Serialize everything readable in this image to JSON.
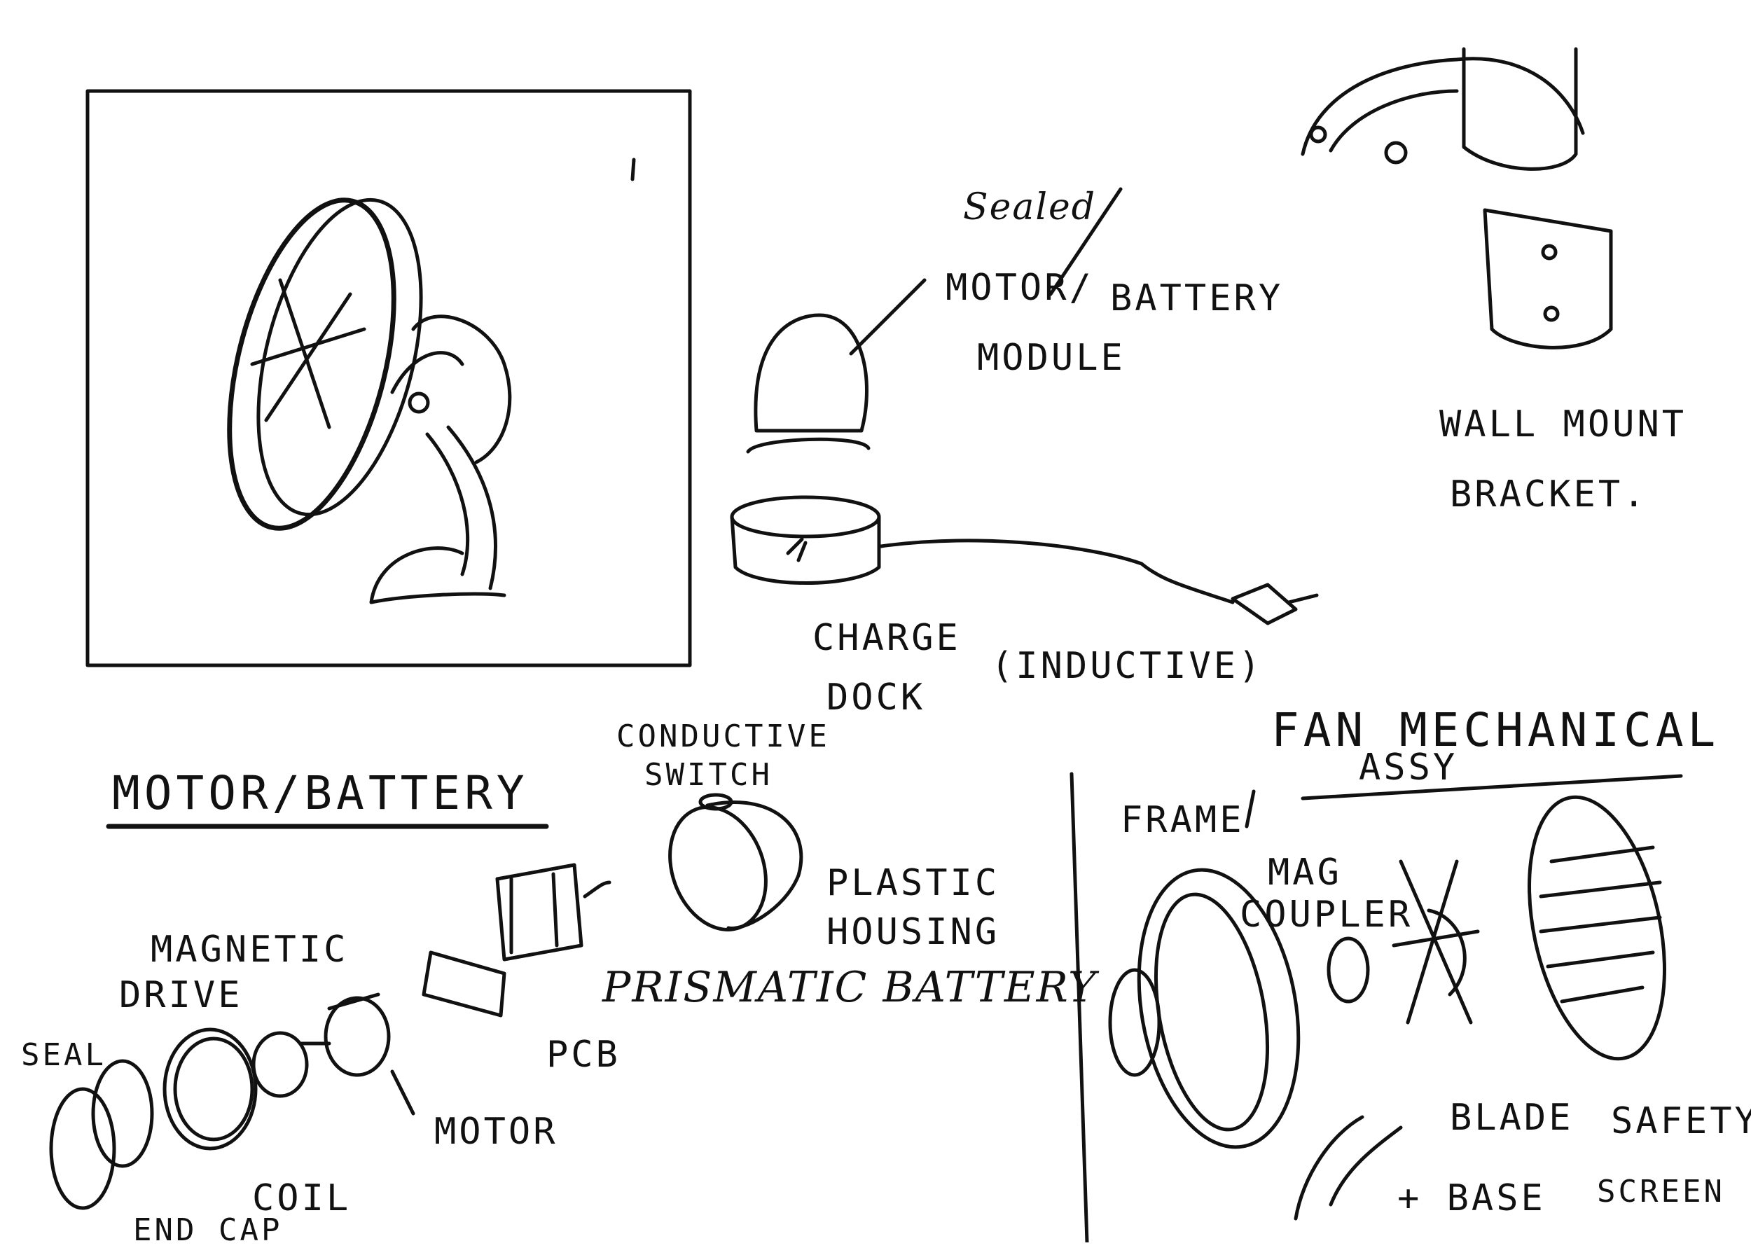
{
  "hero_sketch": {},
  "module": {
    "title_lines": [
      "Sealed",
      "MOTOR/",
      "BATTERY",
      "MODULE"
    ]
  },
  "charge_dock": {
    "label_lines": [
      "CHARGE",
      "DOCK",
      "(INDUCTIVE)"
    ]
  },
  "wall_mount": {
    "label_lines": [
      "WALL MOUNT",
      "BRACKET."
    ]
  },
  "motor_battery": {
    "heading": "MOTOR/BATTERY",
    "parts": {
      "conductive_switch": [
        "CONDUCTIVE",
        "SWITCH"
      ],
      "plastic_housing": [
        "PLASTIC",
        "HOUSING"
      ],
      "prismatic_battery": "PRISMATIC BATTERY",
      "pcb": "PCB",
      "motor": "MOTOR",
      "magnetic_drive": [
        "MAGNETIC",
        "DRIVE"
      ],
      "seal": "SEAL",
      "coil": "COIL",
      "end_cap": "END CAP"
    }
  },
  "fan_assembly": {
    "heading": [
      "FAN MECHANICAL",
      "ASSY"
    ],
    "parts": {
      "frame": "FRAME",
      "mag_coupler": [
        "MAG",
        "COUPLER"
      ],
      "blade": "BLADE",
      "safety_screen": [
        "SAFETY",
        "SCREEN"
      ],
      "base": "+ BASE"
    }
  }
}
